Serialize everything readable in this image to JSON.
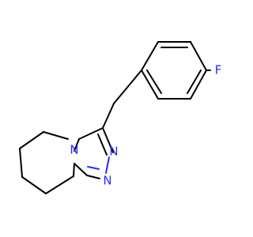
{
  "molecule": {
    "atoms": {
      "fluorine": {
        "symbol": "F"
      },
      "ring_nitrogen": {
        "symbol": "N"
      },
      "nitrogen_upper": {
        "symbol": "N"
      },
      "nitrogen_lower": {
        "symbol": "N"
      }
    },
    "colors": {
      "bond": "#000000",
      "nitrogen": "#2a2aff",
      "fluorine": "#2a2aff",
      "background": "#ffffff"
    }
  }
}
